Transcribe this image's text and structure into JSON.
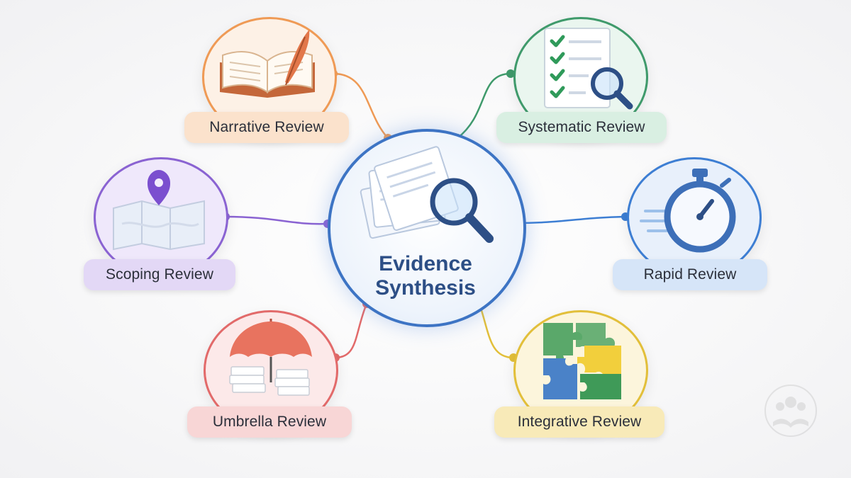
{
  "center": {
    "title_line1": "Evidence",
    "title_line2": "Synthesis"
  },
  "nodes": [
    {
      "id": "narrative",
      "label": "Narrative Review",
      "icon": "book-quill-icon",
      "accent": "#ef9a55",
      "label_bg": "#fbe2cc",
      "circle_bg": "#fdf1e6"
    },
    {
      "id": "systematic",
      "label": "Systematic Review",
      "icon": "checklist-magnifier-icon",
      "accent": "#3f9a6b",
      "label_bg": "#d9efe2",
      "circle_bg": "#eaf6ef"
    },
    {
      "id": "scoping",
      "label": "Scoping Review",
      "icon": "map-pin-icon",
      "accent": "#8a63d2",
      "label_bg": "#e3d8f6",
      "circle_bg": "#efe8fb"
    },
    {
      "id": "rapid",
      "label": "Rapid Review",
      "icon": "stopwatch-icon",
      "accent": "#3d7ed3",
      "label_bg": "#d6e5f8",
      "circle_bg": "#e8f0fb"
    },
    {
      "id": "umbrella",
      "label": "Umbrella Review",
      "icon": "umbrella-icon",
      "accent": "#e26a6a",
      "label_bg": "#f8d6d6",
      "circle_bg": "#fce9e9"
    },
    {
      "id": "integrative",
      "label": "Integrative Review",
      "icon": "puzzle-icon",
      "accent": "#e2bf3a",
      "label_bg": "#f8eab8",
      "circle_bg": "#fcf5dc"
    }
  ]
}
